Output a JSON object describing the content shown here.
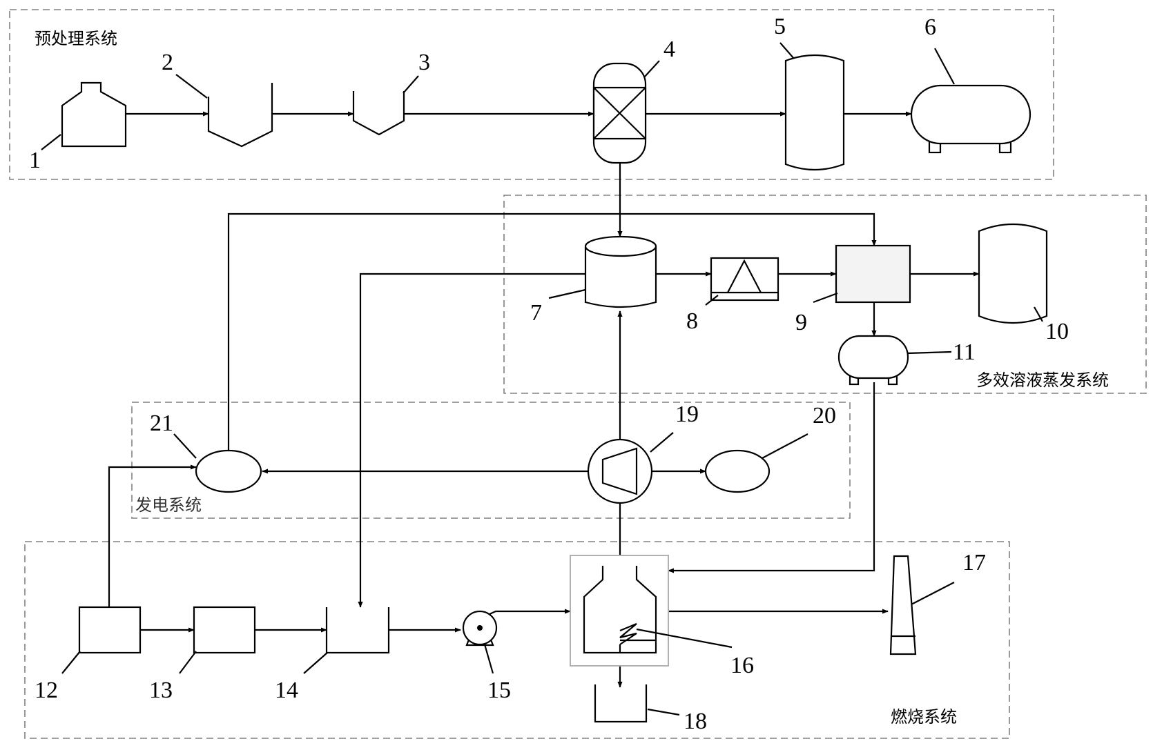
{
  "systems": {
    "pretreatment": "预处理系统",
    "evaporation": "多效溶液蒸发系统",
    "power": "发电系统",
    "combustion": "燃烧系统"
  },
  "equipment_numbers": {
    "n1": "1",
    "n2": "2",
    "n3": "3",
    "n4": "4",
    "n5": "5",
    "n6": "6",
    "n7": "7",
    "n8": "8",
    "n9": "9",
    "n10": "10",
    "n11": "11",
    "n12": "12",
    "n13": "13",
    "n14": "14",
    "n15": "15",
    "n16": "16",
    "n17": "17",
    "n18": "18",
    "n19": "19",
    "n20": "20",
    "n21": "21"
  }
}
